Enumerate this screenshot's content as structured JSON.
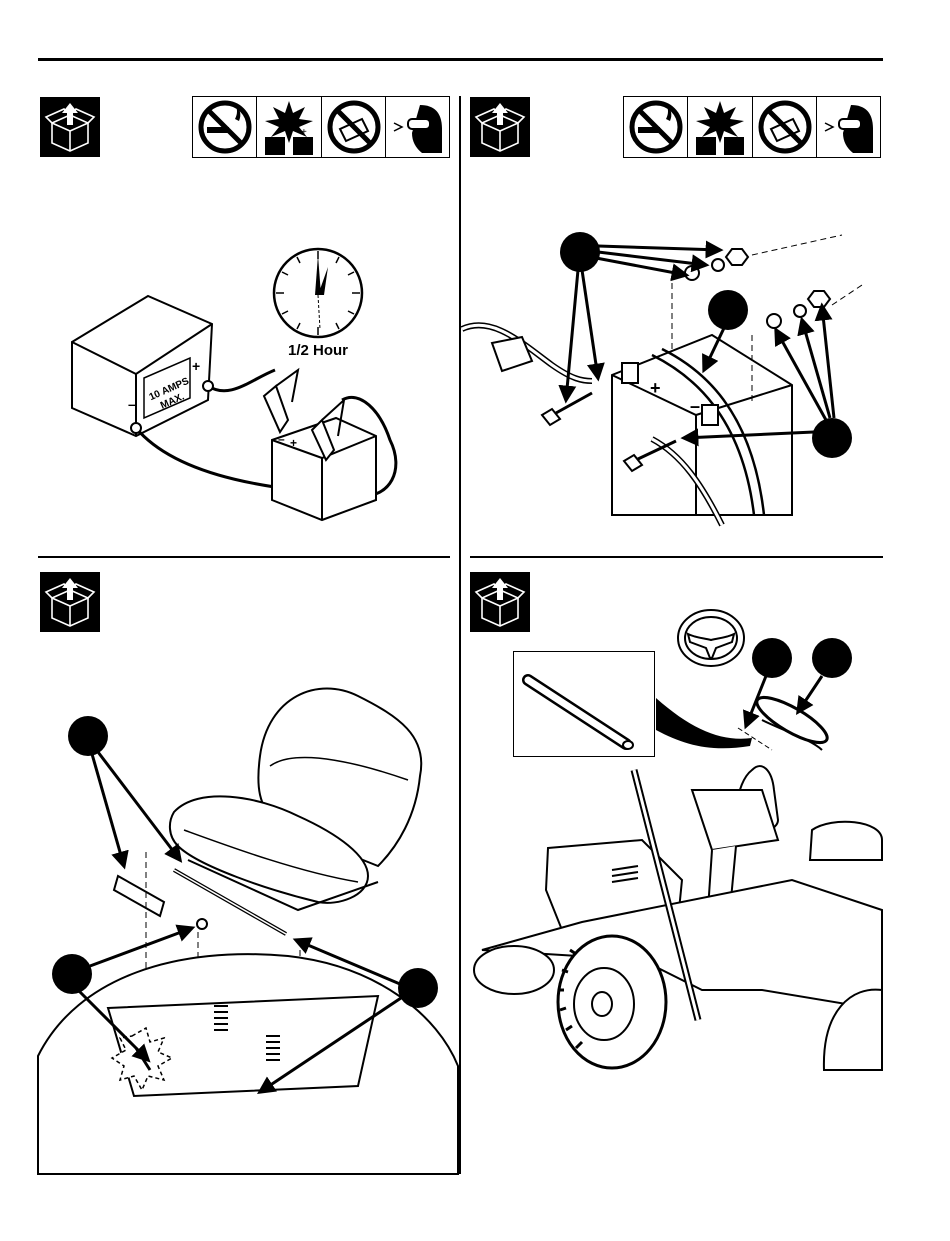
{
  "panel1": {
    "clock_label": "1/2 Hour",
    "charger_plus": "+",
    "charger_minus": "–",
    "meter_line1": "10 AMPS",
    "meter_line2": "MAX.",
    "battery_minus": "–",
    "battery_plus": "+"
  },
  "panel2": {
    "plus_sign": "+",
    "minus_sign": "–"
  },
  "icons": {
    "box_icon": "unpack-box-icon",
    "warnings": [
      "no-smoking-flame-icon",
      "battery-explosion-icon",
      "no-battery-tipping-icon",
      "wear-eye-protection-icon"
    ]
  }
}
